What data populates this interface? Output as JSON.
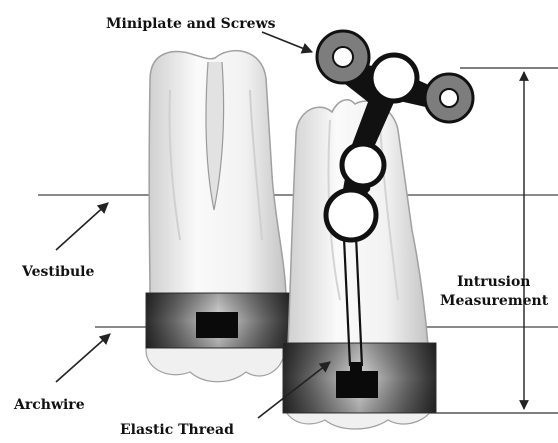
{
  "labels": {
    "miniplate": "Miniplate and Screws",
    "vestibule": "Vestibule",
    "archwire": "Archwire",
    "elastic": "Elastic Thread",
    "intrusion_line1": "Intrusion",
    "intrusion_line2": "Measurement"
  },
  "colors": {
    "tooth_fill": "#f4f4f4",
    "tooth_shadow": "#d6d6d6",
    "tooth_outline": "#9a9a9a",
    "band_dark": "#2e2e2e",
    "band_light": "#c8c8c8",
    "miniplate_body": "#111111",
    "screw_gray": "#7d7d7d",
    "lines": "#222222"
  }
}
